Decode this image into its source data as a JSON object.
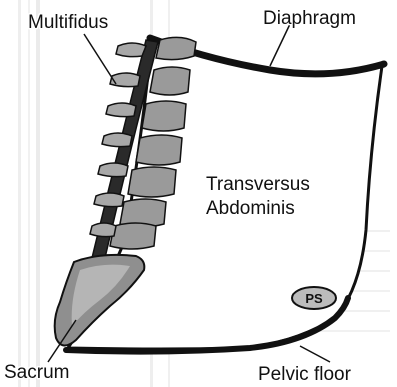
{
  "labels": {
    "multifidus": "Multifidus",
    "diaphragm": "Diaphragm",
    "transversus_line1": "Transversus",
    "transversus_line2": "Abdominis",
    "ps": "PS",
    "sacrum": "Sacrum",
    "pelvic_floor": "Pelvic floor"
  },
  "colors": {
    "outline": "#111111",
    "bone_fill": "#9a9a9a",
    "bone_fill_light": "#b5b5b5",
    "wall_fill": "#ffffff",
    "background_texture": "#cfcfcf"
  }
}
